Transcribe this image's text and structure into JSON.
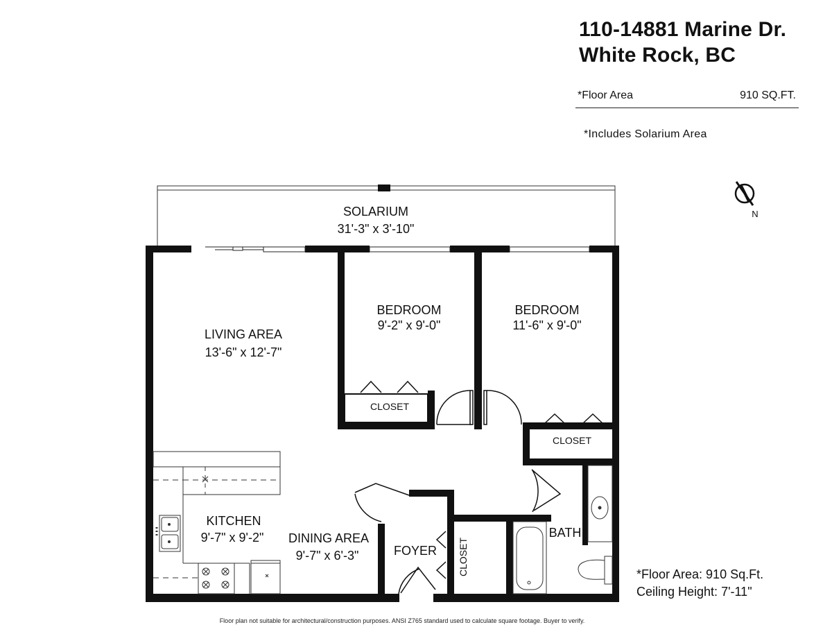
{
  "header": {
    "address_line1": "110-14881 Marine Dr.",
    "address_line2": "White Rock, BC",
    "floor_area_label": "*Floor Area",
    "floor_area_value": "910 SQ.FT.",
    "solarium_note": "*Includes Solarium Area"
  },
  "compass": {
    "label": "N"
  },
  "rooms": {
    "solarium": {
      "name": "SOLARIUM",
      "dims": "31'-3\"  x  3'-10\""
    },
    "living": {
      "name": "LIVING AREA",
      "dims": "13'-6\"  x 12'-7\""
    },
    "bedroom1": {
      "name": "BEDROOM",
      "dims": "9'-2\"  x  9'-0\""
    },
    "bedroom2": {
      "name": "BEDROOM",
      "dims": "11'-6\"  x  9'-0\""
    },
    "closet1": {
      "name": "CLOSET"
    },
    "closet2": {
      "name": "CLOSET"
    },
    "closet3": {
      "name": "CLOSET"
    },
    "kitchen": {
      "name": "KITCHEN",
      "dims": "9'-7\"  x 9'-2\""
    },
    "dining": {
      "name": "DINING AREA",
      "dims": "9'-7\"  x 6'-3\""
    },
    "foyer": {
      "name": "FOYER"
    },
    "bath": {
      "name": "BATH"
    }
  },
  "summary": {
    "floor_area": "*Floor Area: 910 Sq.Ft.",
    "ceiling_height": "Ceiling Height: 7'-11\""
  },
  "footer": {
    "disclaimer": "Floor plan not suitable for architectural/construction purposes. ANSI Z765 standard used to calculate square footage. Buyer to verify."
  }
}
